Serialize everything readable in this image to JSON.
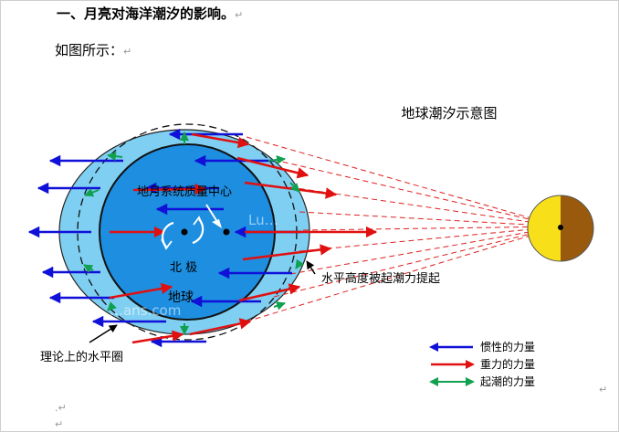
{
  "heading": {
    "text": "一、月亮对海洋潮汐的影响。",
    "mark": "↵"
  },
  "intro": {
    "text": "如图所示：",
    "mark": "↵"
  },
  "diagram": {
    "title": "地球潮汐示意图",
    "labels": {
      "barycenter": "地月系统质量中心",
      "north_pole": "北 极",
      "earth": "地球",
      "raised_water": "水平高度被起潮力提起",
      "theoretical": "理论上的水平圈"
    },
    "watermarks": [
      "Lu…",
      "…ans.com"
    ]
  },
  "legend": [
    {
      "label": "惯性的力量",
      "color": "#1010d8"
    },
    {
      "label": "重力的力量",
      "color": "#e01010"
    },
    {
      "label": "起潮的力量",
      "color": "#10a050"
    }
  ],
  "stray_marks": [
    ".↵",
    "↵",
    "↵"
  ],
  "colors": {
    "ocean": "#7fcff2",
    "earth": "#1e8ee0",
    "moon_light": "#f7e01a",
    "moon_dark": "#9a5a0e",
    "guide": "#e02020"
  }
}
